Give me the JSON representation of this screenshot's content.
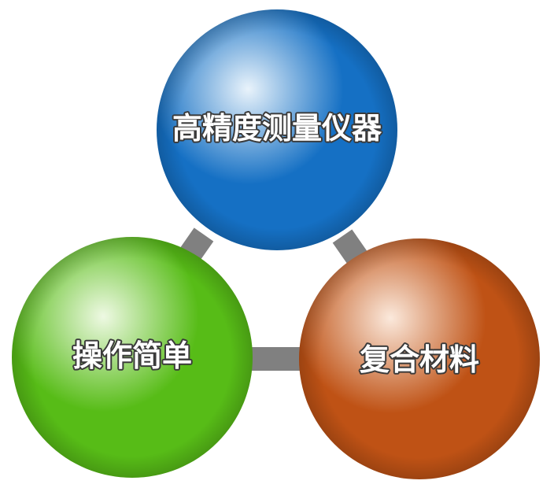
{
  "nodes": [
    {
      "id": "top",
      "label": "高精度测量仪器",
      "color": "#1570c4",
      "highlight": "#e9f3fb"
    },
    {
      "id": "left",
      "label": "操作简单",
      "color": "#57bc17",
      "highlight": "#eef9e3"
    },
    {
      "id": "right",
      "label": "复合材料",
      "color": "#bf5215",
      "highlight": "#fbe9dc"
    }
  ],
  "connector_color": "#808080"
}
